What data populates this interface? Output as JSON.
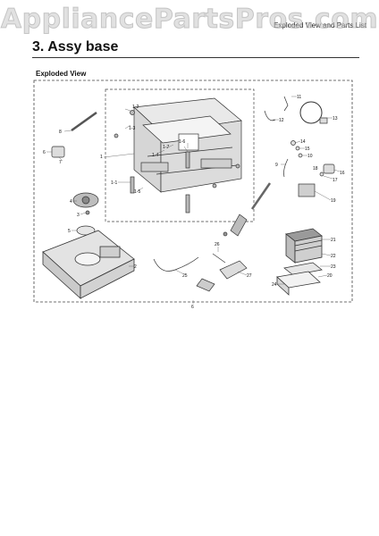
{
  "watermark": "AppliancePartsPros.com",
  "header": {
    "list_label": "Exploded View and Parts List"
  },
  "section": {
    "title": "3.  Assy base"
  },
  "diagram": {
    "subtitle": "Exploded View",
    "bottom_label": "6",
    "labels": {
      "p1": "1",
      "p1_1": "1-1",
      "p1_2": "1-2",
      "p1_3": "1-3",
      "p1_4": "1-4",
      "p1_5": "1-5",
      "p1_6": "1-6",
      "p1_7": "1-7",
      "p2": "2",
      "p3": "3",
      "p4": "4",
      "p5": "5",
      "p6": "6",
      "p7": "7",
      "p8": "8",
      "p9": "9",
      "p10": "10",
      "p11": "11",
      "p12": "12",
      "p13": "13",
      "p14": "14",
      "p15": "15",
      "p16": "16",
      "p17": "17",
      "p18": "18",
      "p19": "19",
      "p20": "20",
      "p21": "21",
      "p22": "22",
      "p23": "23",
      "p24": "24",
      "p25": "25",
      "p26": "26",
      "p27": "27"
    }
  }
}
